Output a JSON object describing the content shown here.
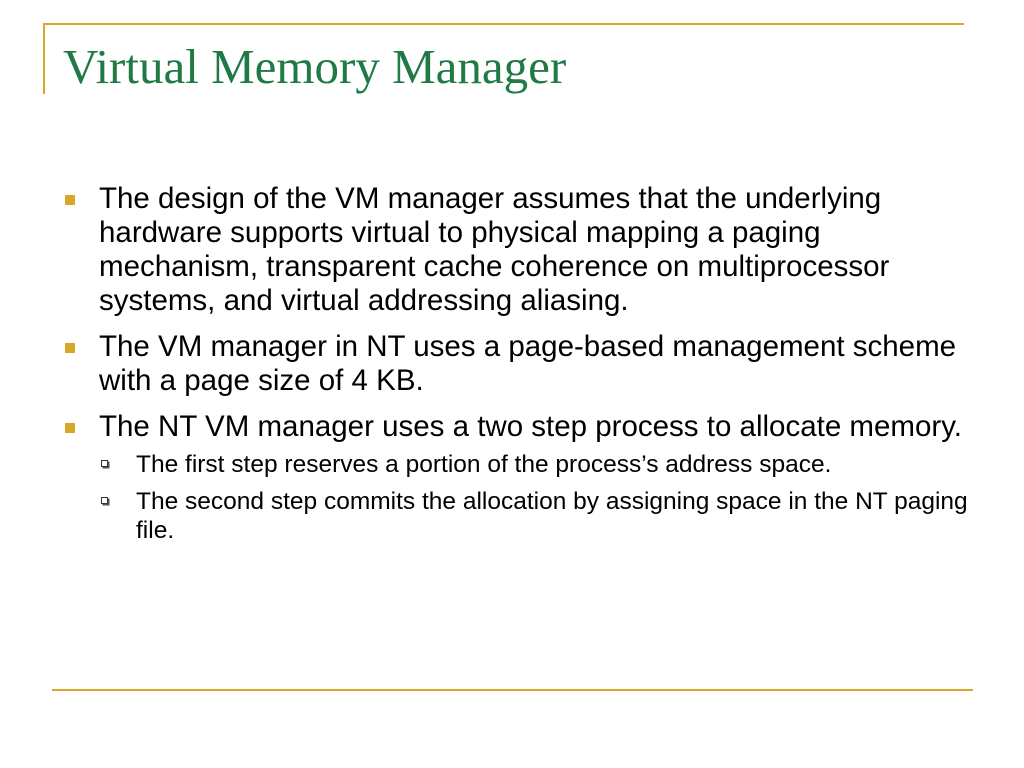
{
  "slide": {
    "title": "Virtual Memory Manager",
    "colors": {
      "title": "#1f7a45",
      "accent": "#d9a829",
      "bullet": "#d9a829"
    },
    "bullets": [
      {
        "text": "The design of the VM manager assumes that the underlying hardware supports virtual to physical mapping a paging mechanism, transparent cache coherence on multiprocessor systems, and virtual addressing aliasing."
      },
      {
        "text": "The VM manager in NT uses a page-based management scheme with a page size of 4 KB."
      },
      {
        "text": "The NT VM manager uses a two step process to allocate memory."
      }
    ],
    "sub_bullets": [
      {
        "text": "The first step reserves a portion of the process’s address space."
      },
      {
        "text": "The second step commits the allocation by assigning space in the NT paging file."
      }
    ]
  }
}
